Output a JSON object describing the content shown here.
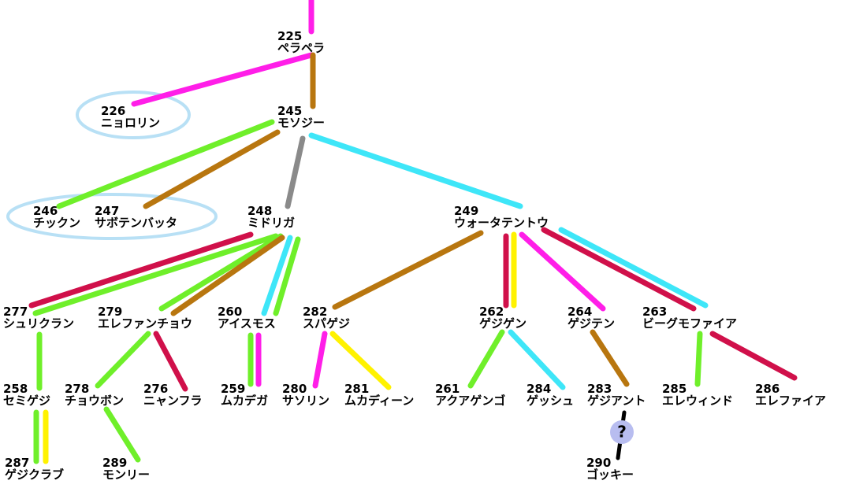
{
  "colors": {
    "magenta": "#ff1ee8",
    "brown": "#b8760f",
    "green": "#6fef2a",
    "cyan": "#3ee6f8",
    "gray": "#8a8a8a",
    "crimson": "#d0104a",
    "yellow": "#fff200",
    "black": "#000000",
    "highlight": "#b8e0f5",
    "unknown": "#b8bdf0"
  },
  "nodes": {
    "n225": {
      "num": "225",
      "name": "ペラペラ"
    },
    "n226": {
      "num": "226",
      "name": "ニョロリン"
    },
    "n245": {
      "num": "245",
      "name": "モソジー"
    },
    "n246": {
      "num": "246",
      "name": "チックン"
    },
    "n247": {
      "num": "247",
      "name": "サボテンバッタ"
    },
    "n248": {
      "num": "248",
      "name": "ミドリガ"
    },
    "n249": {
      "num": "249",
      "name": "ウォータテントウ"
    },
    "n277": {
      "num": "277",
      "name": "シュリクラン"
    },
    "n279": {
      "num": "279",
      "name": "エレファンチョウ"
    },
    "n260": {
      "num": "260",
      "name": "アイスモス"
    },
    "n282": {
      "num": "282",
      "name": "スパゲジ"
    },
    "n262": {
      "num": "262",
      "name": "ゲジゲン"
    },
    "n264": {
      "num": "264",
      "name": "ゲジテン"
    },
    "n263": {
      "num": "263",
      "name": "ビーグモファイア"
    },
    "n258": {
      "num": "258",
      "name": "セミゲジ"
    },
    "n278": {
      "num": "278",
      "name": "チョウボン"
    },
    "n276": {
      "num": "276",
      "name": "ニャンフラ"
    },
    "n259": {
      "num": "259",
      "name": "ムカデガ"
    },
    "n280": {
      "num": "280",
      "name": "サソリン"
    },
    "n281": {
      "num": "281",
      "name": "ムカディーン"
    },
    "n261": {
      "num": "261",
      "name": "アクアゲンゴ"
    },
    "n284": {
      "num": "284",
      "name": "ゲッシュ"
    },
    "n283": {
      "num": "283",
      "name": "ゲジアント"
    },
    "n285": {
      "num": "285",
      "name": "エレウィンド"
    },
    "n286": {
      "num": "286",
      "name": "エレファイア"
    },
    "n287": {
      "num": "287",
      "name": "ゲジクラブ"
    },
    "n289": {
      "num": "289",
      "name": "モンリー"
    },
    "n290": {
      "num": "290",
      "name": "ゴッキー"
    }
  },
  "unknown_mark": "?",
  "links": [
    {
      "from": "top",
      "to": "n225",
      "color": "magenta"
    },
    {
      "from": "n225",
      "to": "n226",
      "color": "magenta"
    },
    {
      "from": "n225",
      "to": "n245",
      "color": "brown"
    },
    {
      "from": "n245",
      "to": "n246",
      "color": "green"
    },
    {
      "from": "n245",
      "to": "n247",
      "color": "brown"
    },
    {
      "from": "n245",
      "to": "n248",
      "color": "gray"
    },
    {
      "from": "n245",
      "to": "n249",
      "color": "cyan"
    },
    {
      "from": "n248",
      "to": "n277",
      "color": "crimson"
    },
    {
      "from": "n248",
      "to": "n277",
      "color": "green"
    },
    {
      "from": "n248",
      "to": "n279",
      "color": "green"
    },
    {
      "from": "n248",
      "to": "n279",
      "color": "brown"
    },
    {
      "from": "n248",
      "to": "n260",
      "color": "cyan"
    },
    {
      "from": "n248",
      "to": "n260",
      "color": "green"
    },
    {
      "from": "n249",
      "to": "n282",
      "color": "brown"
    },
    {
      "from": "n249",
      "to": "n262",
      "color": "crimson"
    },
    {
      "from": "n249",
      "to": "n262",
      "color": "yellow"
    },
    {
      "from": "n249",
      "to": "n264",
      "color": "magenta"
    },
    {
      "from": "n249",
      "to": "n263",
      "color": "crimson"
    },
    {
      "from": "n249",
      "to": "n263",
      "color": "cyan"
    },
    {
      "from": "n277",
      "to": "n258",
      "color": "green"
    },
    {
      "from": "n279",
      "to": "n278",
      "color": "green"
    },
    {
      "from": "n279",
      "to": "n276",
      "color": "crimson"
    },
    {
      "from": "n260",
      "to": "n259",
      "color": "green"
    },
    {
      "from": "n260",
      "to": "n259",
      "color": "magenta"
    },
    {
      "from": "n282",
      "to": "n280",
      "color": "magenta"
    },
    {
      "from": "n282",
      "to": "n281",
      "color": "yellow"
    },
    {
      "from": "n262",
      "to": "n261",
      "color": "green"
    },
    {
      "from": "n262",
      "to": "n284",
      "color": "cyan"
    },
    {
      "from": "n264",
      "to": "n283",
      "color": "brown"
    },
    {
      "from": "n263",
      "to": "n285",
      "color": "green"
    },
    {
      "from": "n263",
      "to": "n286",
      "color": "crimson"
    },
    {
      "from": "n258",
      "to": "n287",
      "color": "green"
    },
    {
      "from": "n258",
      "to": "n287",
      "color": "yellow"
    },
    {
      "from": "n278",
      "to": "n289",
      "color": "green"
    },
    {
      "from": "n283",
      "to": "n290",
      "color": "black"
    }
  ],
  "highlighted_groups": [
    [
      "n226"
    ],
    [
      "n246",
      "n247"
    ]
  ]
}
